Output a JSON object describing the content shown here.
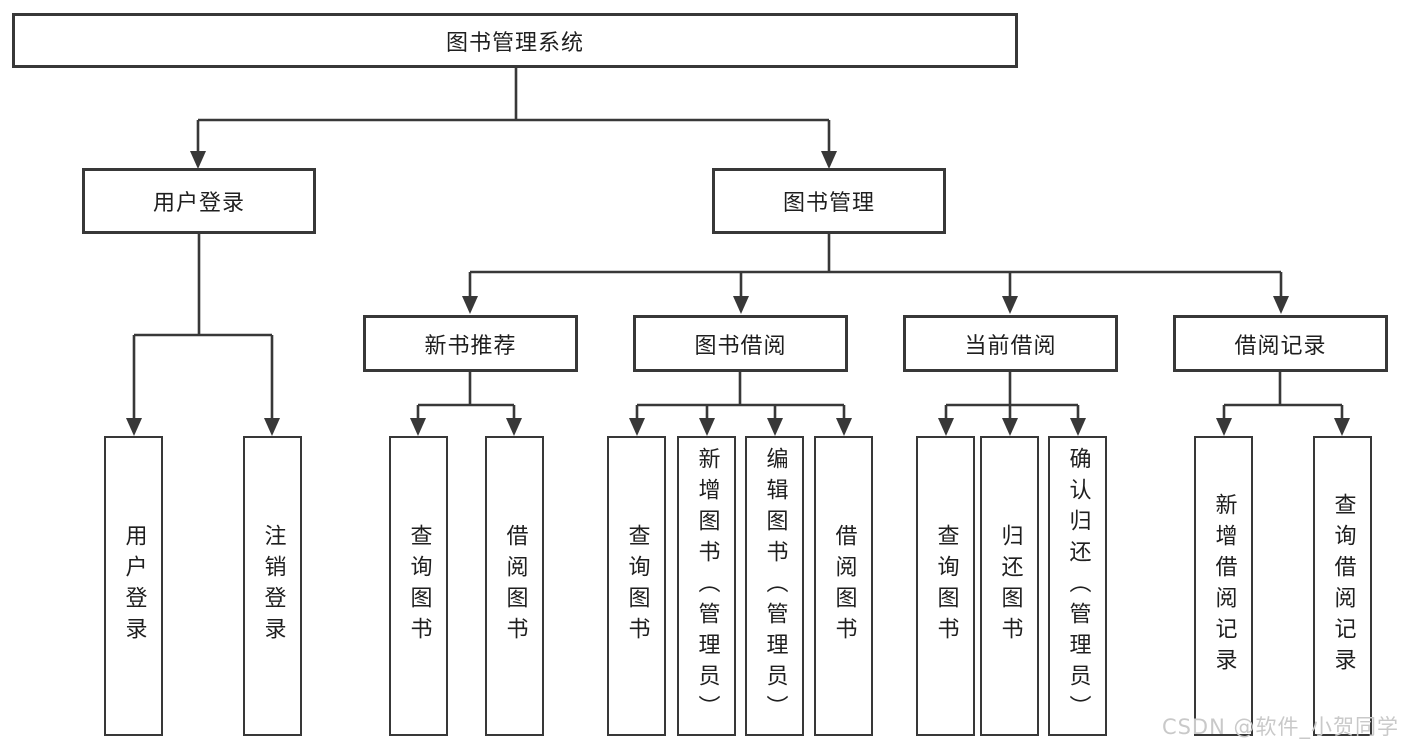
{
  "diagram": {
    "root": "图书管理系统",
    "branches": [
      {
        "label": "用户登录",
        "leaves": [
          "用户登录",
          "注销登录"
        ]
      },
      {
        "label": "图书管理",
        "sections": [
          {
            "label": "新书推荐",
            "leaves": [
              "查询图书",
              "借阅图书"
            ]
          },
          {
            "label": "图书借阅",
            "leaves": [
              "查询图书",
              "新增图书（管理员）",
              "编辑图书（管理员）",
              "借阅图书"
            ]
          },
          {
            "label": "当前借阅",
            "leaves": [
              "查询图书",
              "归还图书",
              "确认归还（管理员）"
            ]
          },
          {
            "label": "借阅记录",
            "leaves": [
              "新增借阅记录",
              "查询借阅记录"
            ]
          }
        ]
      }
    ]
  },
  "watermark": "CSDN @软件_小贺同学",
  "colors": {
    "line": "#383838",
    "text": "#1f1f1f",
    "watermark": "#c9c9c9",
    "background": "#ffffff"
  }
}
